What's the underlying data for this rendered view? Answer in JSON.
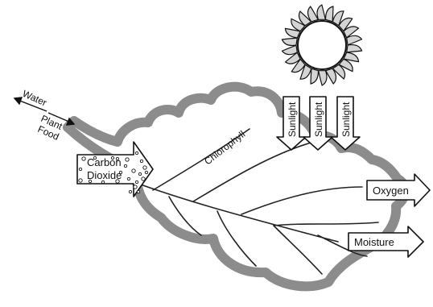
{
  "labels": {
    "water": "Water",
    "plant_food_line1": "Plant",
    "plant_food_line2": "Food",
    "carbon_dioxide_line1": "Carbon",
    "carbon_dioxide_line2": "Dioxide",
    "chlorophyll": "Chlorophyll",
    "sunlight_1": "Sunlight",
    "sunlight_2": "Sunlight",
    "sunlight_3": "Sunlight",
    "oxygen": "Oxygen",
    "moisture": "Moisture"
  },
  "colors": {
    "leaf_outline": "#8c8c8c",
    "ink": "#111111",
    "paper": "#ffffff",
    "sun_ray": "#d4d4d4"
  },
  "icons": {
    "sun": "sun-icon",
    "leaf": "leaf-icon"
  }
}
